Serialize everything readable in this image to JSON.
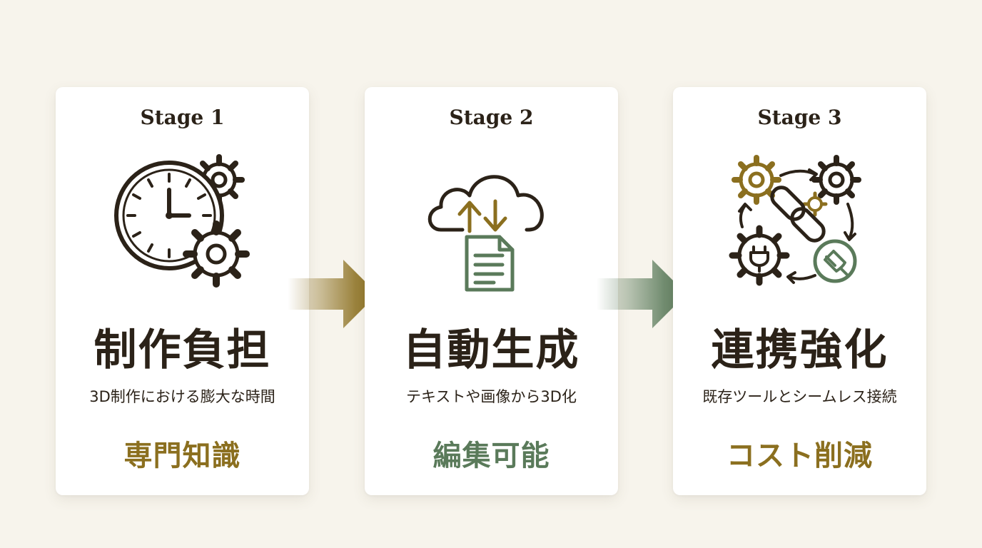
{
  "colors": {
    "background": "#f7f4ec",
    "card": "#ffffff",
    "dark": "#2b2218",
    "gold": "#8b6f1f",
    "green": "#5a7a5a"
  },
  "stages": [
    {
      "label": "Stage 1",
      "icon": "clock-gears-icon",
      "headline": "制作負担",
      "description": "3D制作における膨大な時間",
      "keyword": "専門知識",
      "keyword_color": "#8b6f1f"
    },
    {
      "label": "Stage 2",
      "icon": "cloud-sync-document-icon",
      "headline": "自動生成",
      "description": "テキストや画像から3D化",
      "keyword": "編集可能",
      "keyword_color": "#5a7a5a"
    },
    {
      "label": "Stage 3",
      "icon": "gears-chain-plug-icon",
      "headline": "連携強化",
      "description": "既存ツールとシームレス接続",
      "keyword": "コスト削減",
      "keyword_color": "#8b6f1f"
    }
  ],
  "arrows": [
    {
      "icon": "arrow-right-icon",
      "color": "#8b6f1f"
    },
    {
      "icon": "arrow-right-icon",
      "color": "#5a7a5a"
    }
  ]
}
